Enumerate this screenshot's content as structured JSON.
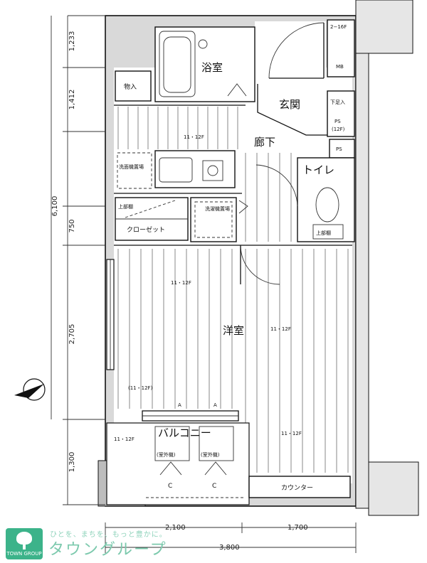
{
  "rooms": {
    "bath": "浴室",
    "entrance": "玄関",
    "corridor": "廊下",
    "toilet": "トイレ",
    "western_room": "洋室",
    "balcony": "バルコニー",
    "storage": "物入",
    "washbasin_area": "洗面機置場",
    "washer": "洗濯機置場",
    "upper_shelf_left": "上部棚",
    "closet": "クローゼット",
    "upper_shelf_toilet": "上部棚",
    "counter": "カウンター",
    "shoe_box": "下足入",
    "ps_1": "PS",
    "ps_1_sub": "(12F)",
    "ps_2": "PS",
    "meter_box": "MB",
    "meter_box_top": "2−16F",
    "outdoor_unit_1": "(室外機)",
    "outdoor_unit_2": "(室外機)"
  },
  "floor_notes": {
    "kitchen": "11・12F",
    "room": "11・12F",
    "room_right": "11・12F",
    "balcony_side": "11・12F",
    "left_mid": "(11・12F)"
  },
  "dimensions": {
    "left_total": "6,100",
    "left_1": "1,233",
    "left_2": "1,412",
    "left_3": "750",
    "left_4": "2,705",
    "left_5": "1,300",
    "bottom_1": "2,100",
    "bottom_2": "1,700",
    "bottom_total": "3,800"
  },
  "markers": {
    "c_left": "C",
    "c_right": "C",
    "a_left": "A",
    "a_right": "A"
  },
  "north": "N",
  "footer": {
    "logo_caption": "TOWN GROUP",
    "tagline": "ひとを、まちを、もっと豊かに。",
    "brand": "タウングループ"
  }
}
